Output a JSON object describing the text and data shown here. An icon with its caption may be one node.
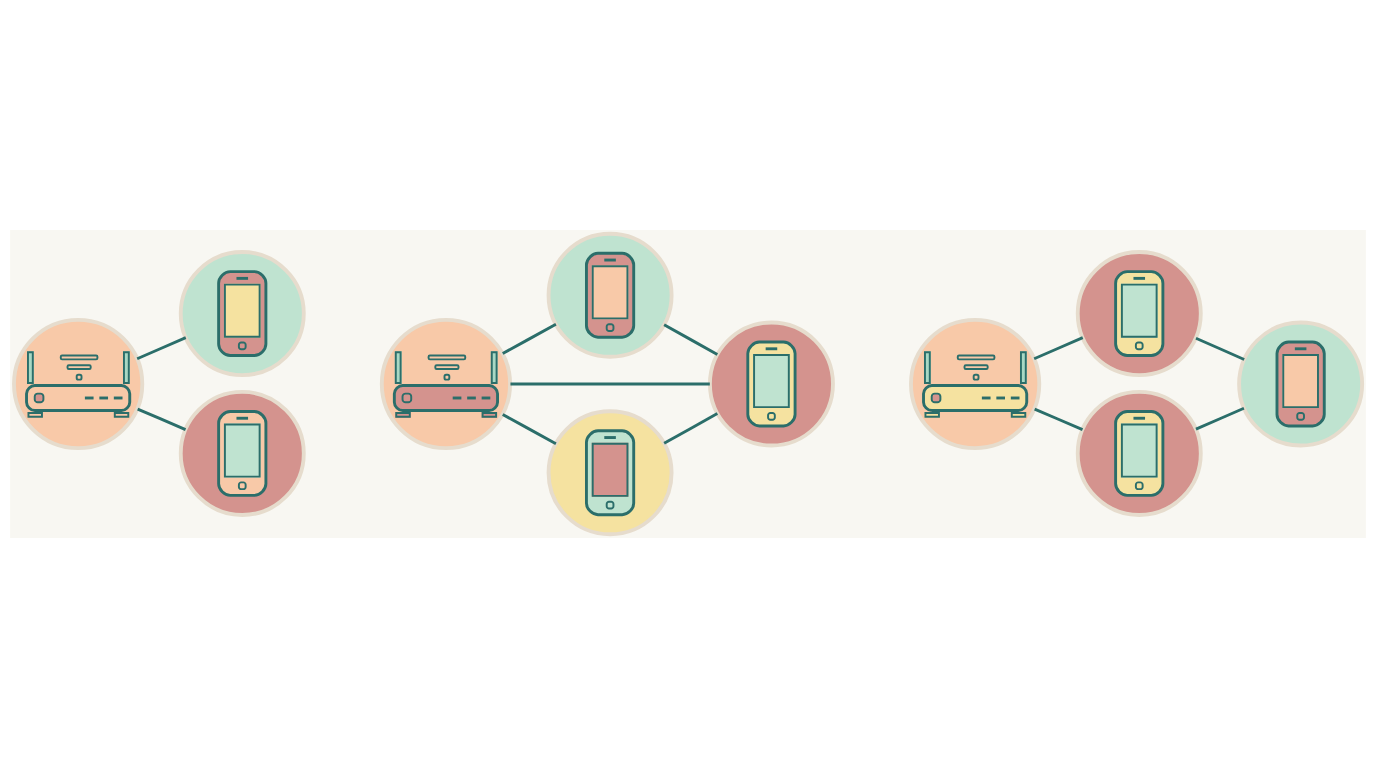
{
  "diagram": {
    "nodes": [
      {
        "text": [],
        "shape": "picture"
      },
      {
        "text": [],
        "shape": "picture"
      },
      {
        "text": [],
        "shape": "picture"
      },
      {
        "text": [],
        "shape": "picture"
      },
      {
        "text": [],
        "shape": "picture"
      },
      {
        "text": [],
        "shape": "picture"
      },
      {
        "text": [],
        "shape": "picture"
      },
      {
        "text": [],
        "shape": "picture"
      },
      {
        "text": [],
        "shape": "picture"
      },
      {
        "text": [],
        "shape": "picture"
      },
      {
        "text": [],
        "shape": "picture"
      }
    ],
    "edges": [
      {
        "from": 0,
        "to": 1,
        "arrow": "none"
      },
      {
        "from": 0,
        "to": 2,
        "arrow": "none"
      },
      {
        "from": 3,
        "to": 4,
        "arrow": "none"
      },
      {
        "from": 4,
        "to": 5,
        "arrow": "none"
      },
      {
        "from": 3,
        "to": 5,
        "arrow": "none"
      },
      {
        "from": 5,
        "to": 6,
        "arrow": "none"
      },
      {
        "from": 3,
        "to": 6,
        "arrow": "none"
      },
      {
        "from": 7,
        "to": 8,
        "arrow": "none"
      },
      {
        "from": 8,
        "to": 9,
        "arrow": "none"
      },
      {
        "from": 9,
        "to": 10,
        "arrow": "none"
      },
      {
        "from": 10,
        "to": 7,
        "arrow": "none"
      }
    ]
  }
}
